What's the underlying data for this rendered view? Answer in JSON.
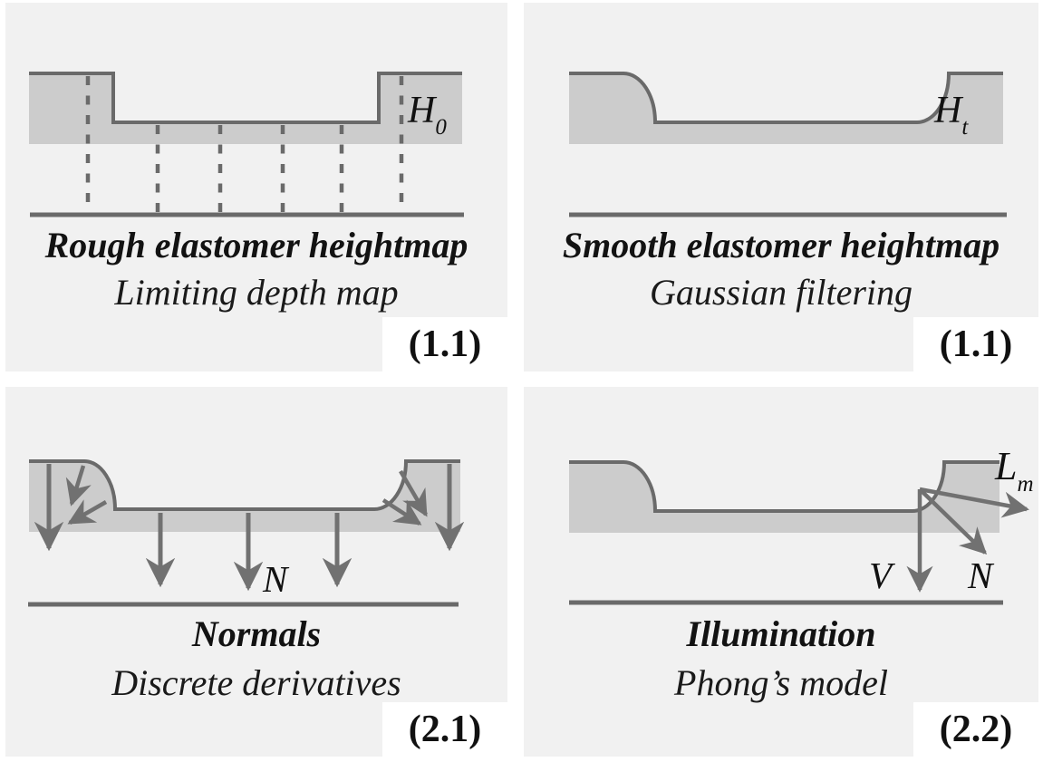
{
  "figure": {
    "description_colors": {
      "panel_bg": "#f1f1f1",
      "shape_fill": "#cccccc",
      "shape_stroke": "#6a6a6a",
      "arrow": "#717171",
      "text": "#111111",
      "tag_bg": "#ffffff"
    },
    "panels": [
      {
        "id": "rough-heightmap",
        "title": "Rough elastomer heightmap",
        "subtitle": "Limiting depth map",
        "tag": "(1.1)",
        "labels": {
          "main": "H",
          "sub": "0"
        }
      },
      {
        "id": "smooth-heightmap",
        "title": "Smooth elastomer heightmap",
        "subtitle": "Gaussian filtering",
        "tag": "(1.1)",
        "labels": {
          "main": "H",
          "sub": "t"
        }
      },
      {
        "id": "normals",
        "title": "Normals",
        "subtitle": "Discrete derivatives",
        "tag": "(2.1)",
        "labels": {
          "normal": "N"
        }
      },
      {
        "id": "illumination",
        "title": "Illumination",
        "subtitle": "Phong’s model",
        "tag": "(2.2)",
        "labels": {
          "view": "V",
          "normal": "N",
          "light_main": "L",
          "light_sub": "m"
        }
      }
    ]
  }
}
